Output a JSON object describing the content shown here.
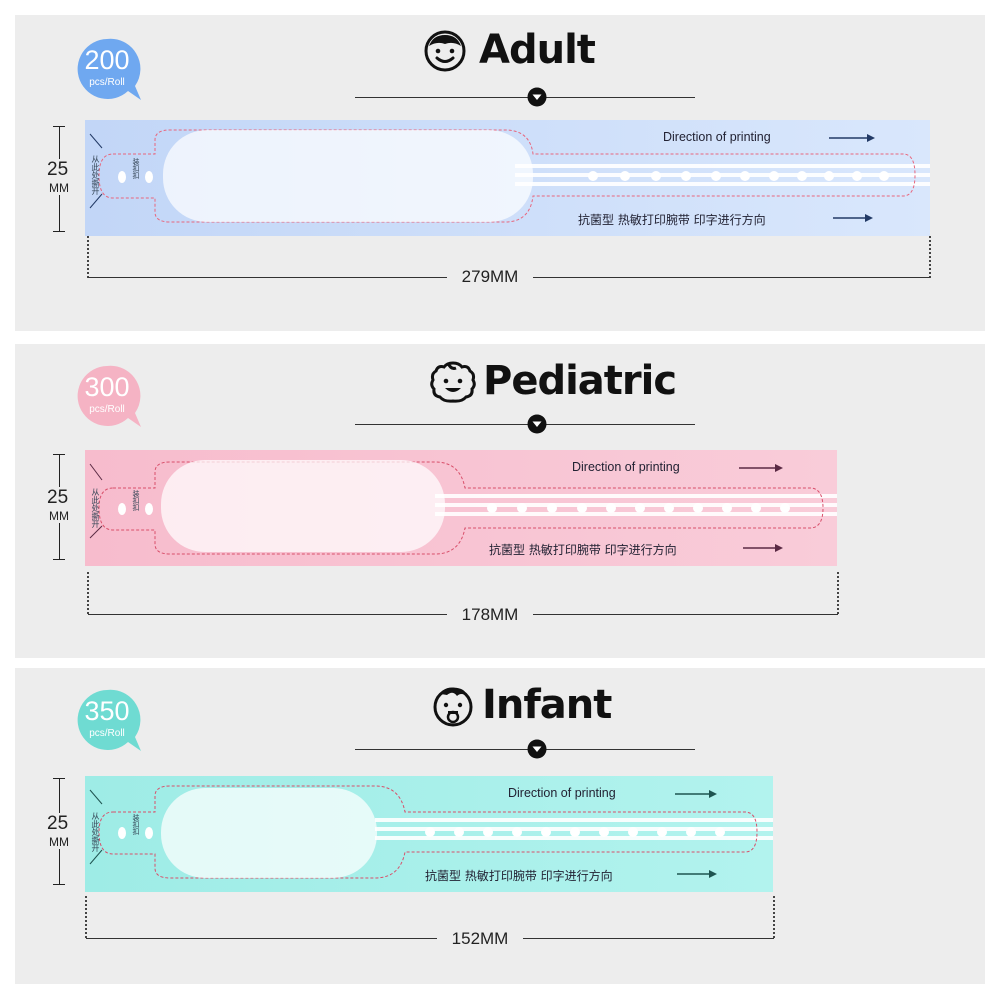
{
  "sections": [
    {
      "title": "Adult",
      "face_icon": "adult-face-icon",
      "quantity": "200",
      "quantity_unit": "pcs/Roll",
      "height_value": "25",
      "height_unit": "MM",
      "length_label": "279MM",
      "direction_text": "Direction of printing",
      "chinese_text": "抗菌型  热敏打印腕带  印字进行方向",
      "side_text": "从此处撕开",
      "clasp_text": "装扣扣",
      "colors": {
        "bubble": "#6fa8f0",
        "band": "#c8dcfb"
      }
    },
    {
      "title": "Pediatric",
      "face_icon": "child-face-icon",
      "quantity": "300",
      "quantity_unit": "pcs/Roll",
      "height_value": "25",
      "height_unit": "MM",
      "length_label": "178MM",
      "direction_text": "Direction of printing",
      "chinese_text": "抗菌型  热敏打印腕带  印字进行方向",
      "side_text": "从此处撕开",
      "clasp_text": "装扣扣",
      "colors": {
        "bubble": "#f5b3c4",
        "band": "#f8c5d3"
      }
    },
    {
      "title": "Infant",
      "face_icon": "baby-face-icon",
      "quantity": "350",
      "quantity_unit": "pcs/Roll",
      "height_value": "25",
      "height_unit": "MM",
      "length_label": "152MM",
      "direction_text": "Direction of printing",
      "chinese_text": "抗菌型  热敏打印腕带  印字进行方向",
      "side_text": "从此处撕开",
      "clasp_text": "装扣扣",
      "colors": {
        "bubble": "#6fdbd2",
        "band": "#a6f0ea"
      }
    }
  ]
}
